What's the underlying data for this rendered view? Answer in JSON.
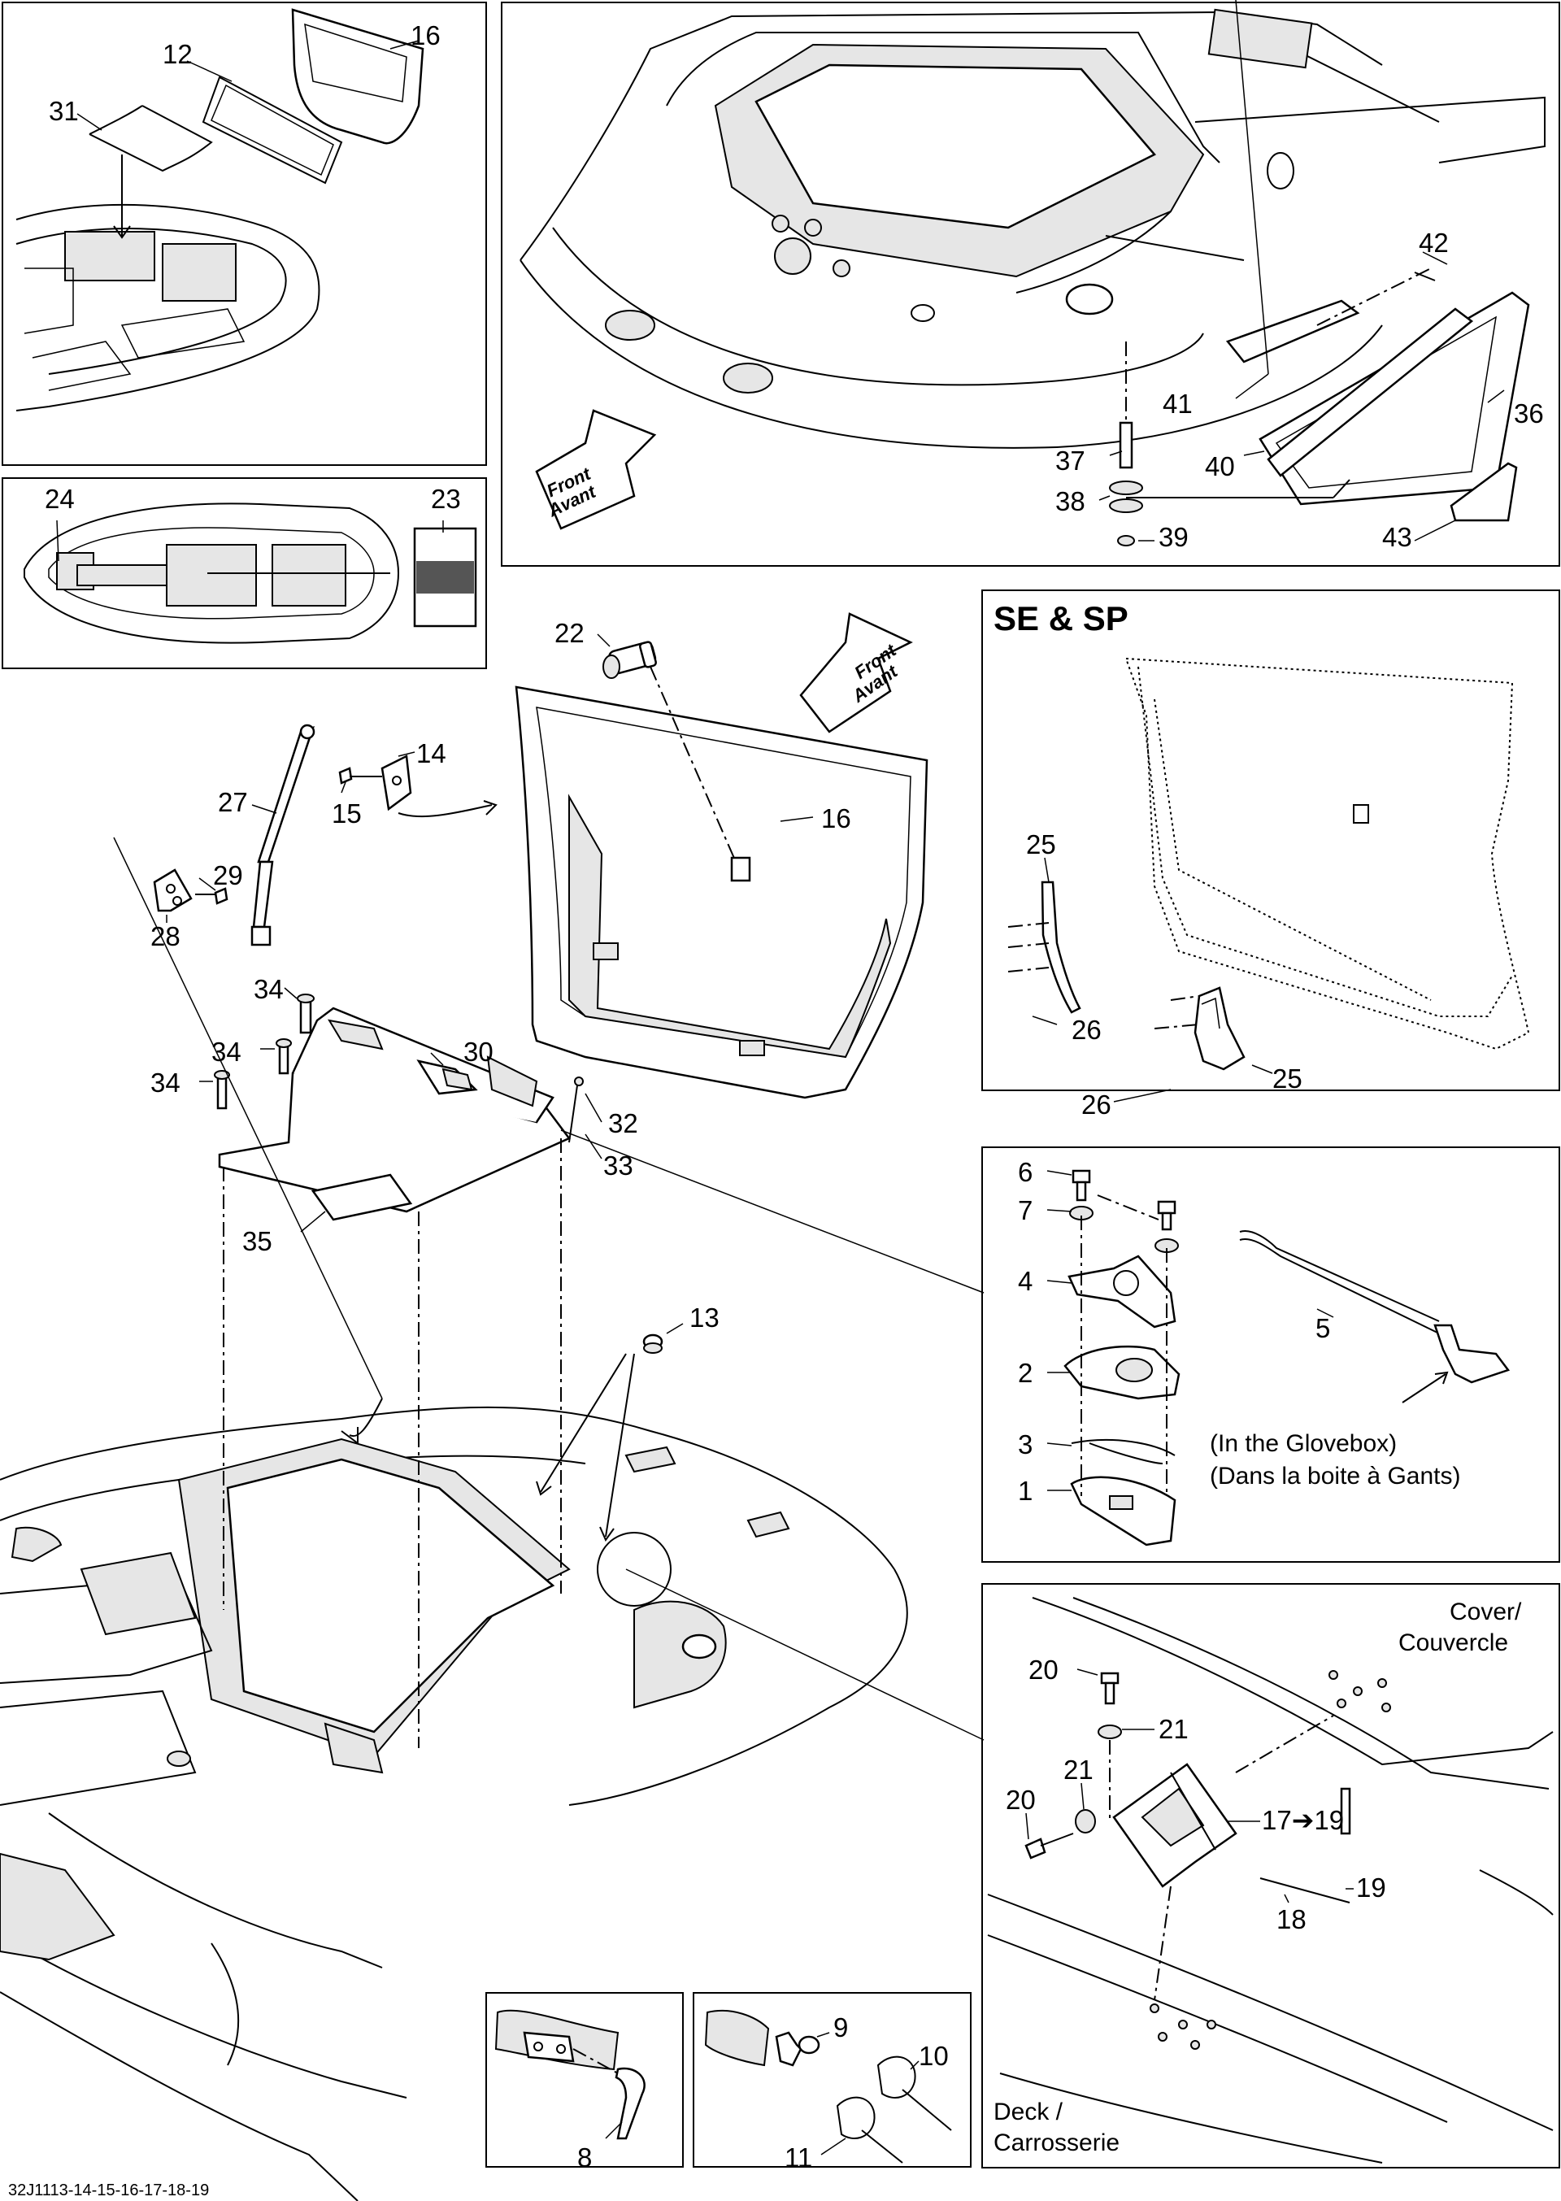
{
  "diagram": {
    "footer_code": "32J1113-14-15-16-17-18-19",
    "front_arrow_lines": [
      "Front",
      "Avant"
    ],
    "panels": {
      "top_left": {
        "callouts": [
          "16",
          "12",
          "31"
        ]
      },
      "mid_left": {
        "callouts": [
          "24",
          "23"
        ]
      },
      "top_right": {
        "callouts": [
          "42",
          "41",
          "36",
          "37",
          "40",
          "38",
          "39",
          "43"
        ]
      },
      "se_sp": {
        "title": "SE & SP",
        "callouts": [
          "25",
          "26",
          "25",
          "26"
        ]
      },
      "latch": {
        "callouts": [
          "6",
          "7",
          "4",
          "5",
          "2",
          "3",
          "1"
        ],
        "note_line1": "(In the Glovebox)",
        "note_line2": "(Dans la boite à Gants)"
      },
      "hinge": {
        "cover_line1": "Cover/",
        "cover_line2": "Couvercle",
        "deck_line1": "Deck /",
        "deck_line2": "Carrosserie",
        "callouts": [
          "20",
          "21",
          "21",
          "20",
          "17➔19",
          "19",
          "18"
        ]
      },
      "clip_a": {
        "callouts": [
          "8"
        ]
      },
      "clip_b": {
        "callouts": [
          "9",
          "10",
          "11"
        ]
      }
    },
    "main_callouts": [
      "22",
      "14",
      "27",
      "15",
      "16",
      "29",
      "28",
      "34",
      "34",
      "30",
      "34",
      "32",
      "33",
      "35",
      "13"
    ]
  }
}
